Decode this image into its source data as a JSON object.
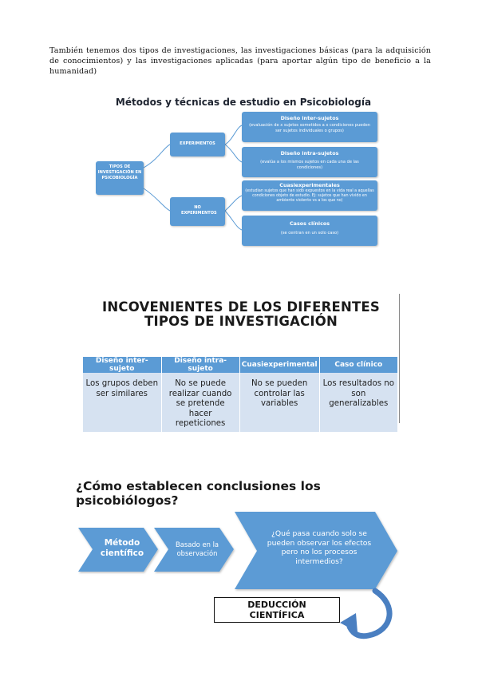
{
  "intro": {
    "text": "También tenemos dos tipos de investigaciones, las investigaciones básicas (para la adquisición de conocimientos) y las investigaciones aplicadas (para aportar algún tipo de beneficio a la humanidad)"
  },
  "diagram": {
    "title": "Métodos y técnicas de estudio en Psicobiología",
    "root_label": "TIPOS DE INVESTIGACIÓN EN PSICOBIOLOGÍA",
    "experimentos": "EXPERIMENTOS",
    "no_experimentos": "NO EXPERIMENTOS",
    "leaves": [
      {
        "title": "Diseño inter-sujetos",
        "desc": "(evaluación de x sujetos sometidos a x condiciones pueden ser sujetos individuales o grupos)"
      },
      {
        "title": "Diseño intra-sujetos",
        "desc": "(evalúa a los mismos sujetos en cada una de las condiciones)"
      },
      {
        "title": "Cuasiexperimentales",
        "desc": "(estudian sujetos que han sido expuestos en la vida real a aquellas condiciones objeto de estudio. Ej: sujetos que han vivido en ambiente violento vs a los que no)"
      },
      {
        "title": "Casos clínicos",
        "desc": "(se centran en un solo caso)"
      }
    ]
  },
  "inconvenientes": {
    "title": "INCOVENIENTES DE LOS DIFERENTES TIPOS DE INVESTIGACIÓN",
    "headers": [
      "Diseño inter-sujeto",
      "Diseño intra-sujeto",
      "Cuasiexperimental",
      "Caso clínico"
    ],
    "cells": [
      "Los grupos deben ser similares",
      "No se puede realizar cuando se pretende hacer repeticiones",
      "No se pueden controlar las variables",
      "Los resultados no son generalizables"
    ]
  },
  "conclusiones": {
    "title": "¿Cómo establecen conclusiones los psicobiólogos?",
    "step1": "Método científico",
    "step2": "Basado en la observación",
    "step3": "¿Qué pasa cuando solo se pueden observar los efectos pero no los procesos intermedios?",
    "result": "DEDUCCIÓN CIENTÍFICA"
  },
  "colors": {
    "accent": "#5b9bd5",
    "table_body": "#d6e2f1",
    "arrow": "#4a7fc1"
  }
}
